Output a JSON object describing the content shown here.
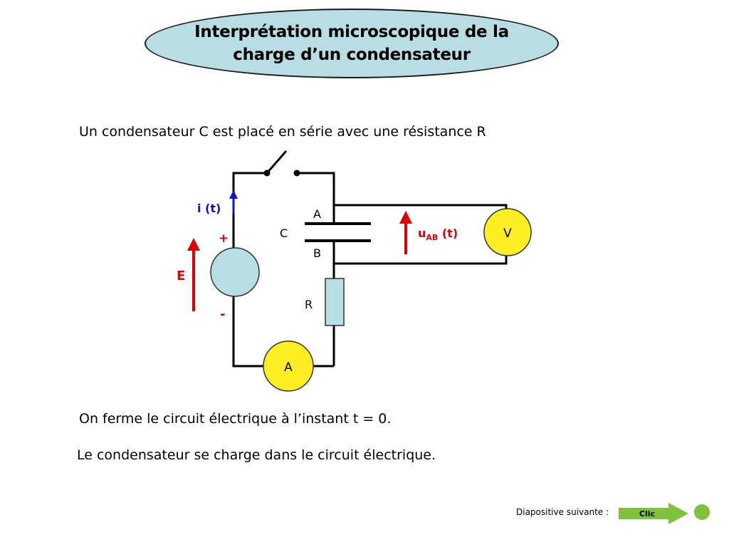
{
  "title": {
    "line1": "Interprétation microscopique de la",
    "line2": "charge d’un condensateur"
  },
  "intro": "Un condensateur C est placé en série avec une résistance R",
  "step1": "On ferme le circuit électrique à l’instant t = 0.",
  "step2": "Le condensateur se charge dans le circuit électrique.",
  "diagram": {
    "current_label": "i (t)",
    "plus": "+",
    "minus": "-",
    "emf_label": "E",
    "capacitor_label": "C",
    "plate_a": "A",
    "plate_b": "B",
    "resistor_label": "R",
    "voltage_label_main": "u",
    "voltage_label_sub": "AB",
    "voltage_label_rest": " (t)",
    "voltmeter_label": "V",
    "ammeter_label": "A"
  },
  "colors": {
    "title_fill": "#b8dde2",
    "arrow_red": "#e00000",
    "current_blue": "#1010d0",
    "meter_yellow": "#ffee22",
    "generator_fill": "#b8dde2",
    "resistor_fill": "#b8dde2",
    "next_green": "#7ec13a"
  },
  "footer": {
    "next_label": "Diapositive suivante :",
    "next_button": "Clic"
  }
}
